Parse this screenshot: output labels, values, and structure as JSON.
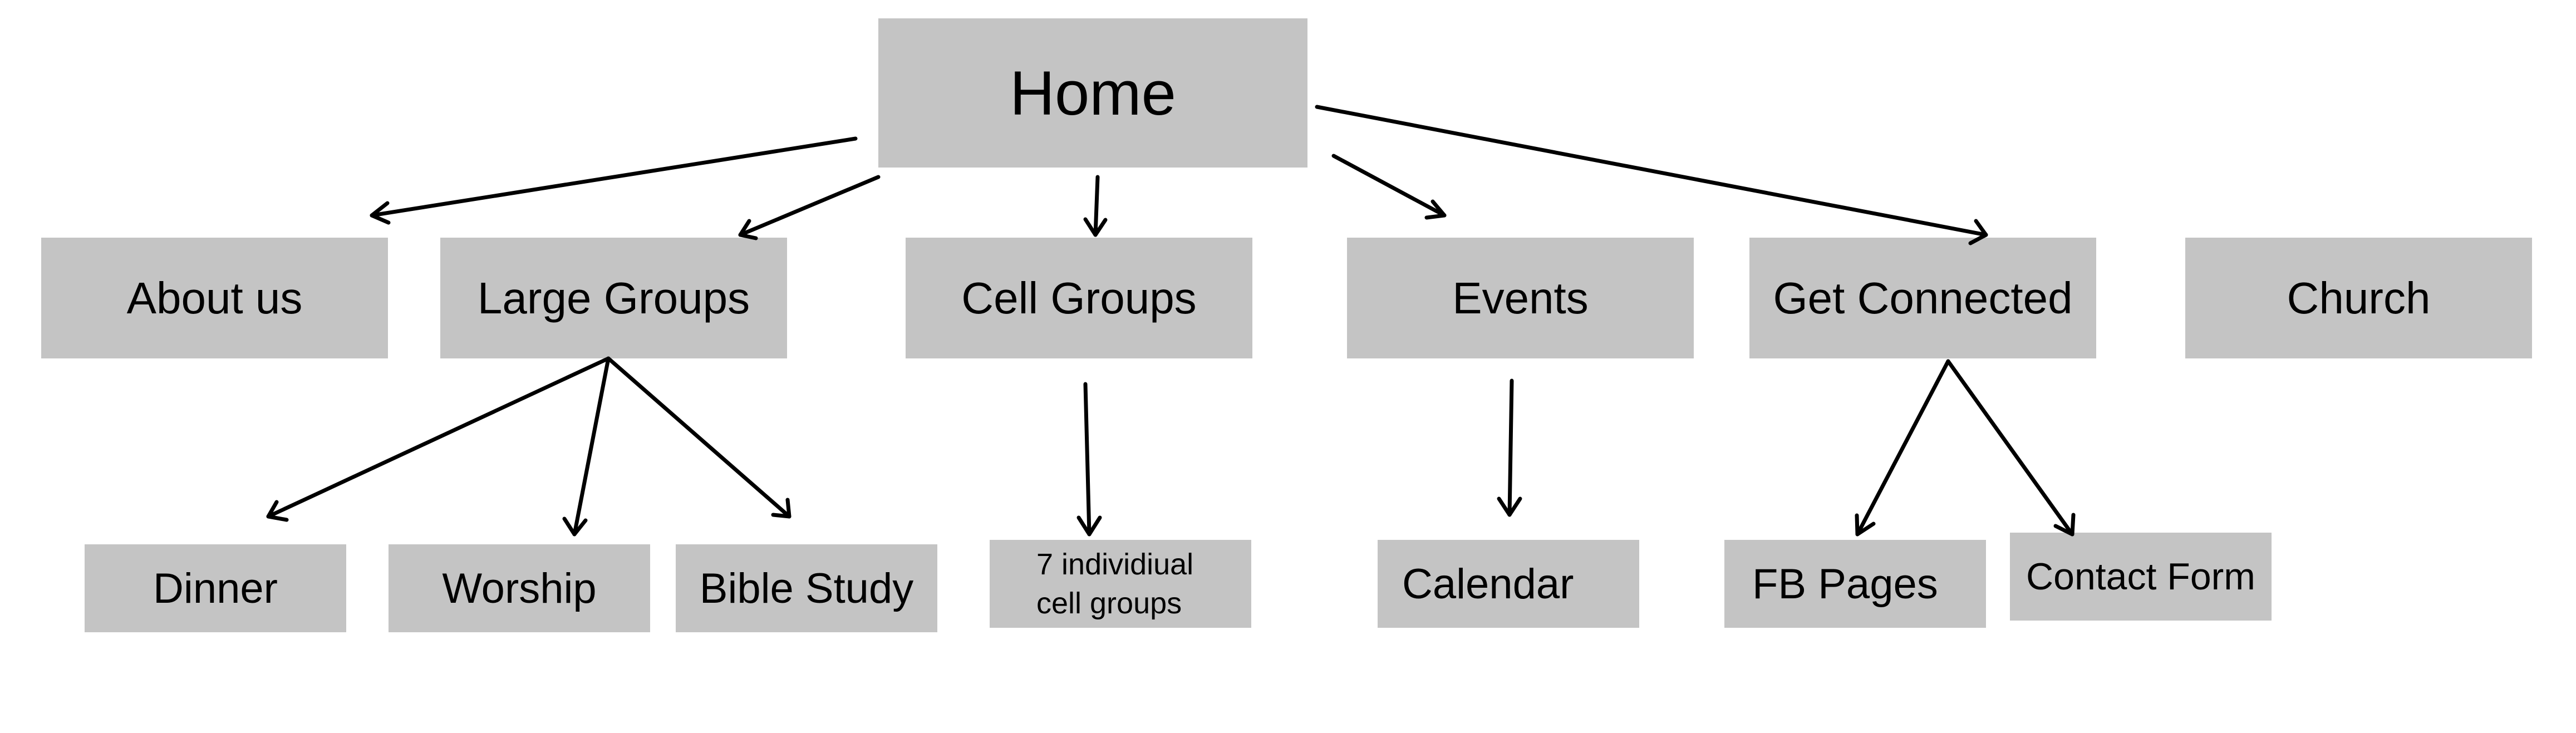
{
  "diagram": {
    "nodes": {
      "home": "Home",
      "about": "About us",
      "large_groups": "Large Groups",
      "cell_groups": "Cell Groups",
      "events": "Events",
      "get_connected": "Get Connected",
      "church": "Church",
      "dinner": "Dinner",
      "worship": "Worship",
      "bible_study": "Bible Study",
      "cell_line1": "7 individiual",
      "cell_line2": "cell groups",
      "calendar": "Calendar",
      "fb_pages": "FB Pages",
      "contact_form": "Contact Form"
    },
    "edges": [
      {
        "from": "Home",
        "to": "About us"
      },
      {
        "from": "Home",
        "to": "Large Groups"
      },
      {
        "from": "Home",
        "to": "Cell Groups"
      },
      {
        "from": "Home",
        "to": "Events"
      },
      {
        "from": "Home",
        "to": "Get Connected"
      },
      {
        "from": "Large Groups",
        "to": "Dinner"
      },
      {
        "from": "Large Groups",
        "to": "Worship"
      },
      {
        "from": "Large Groups",
        "to": "Bible Study"
      },
      {
        "from": "Cell Groups",
        "to": "7 individiual cell groups"
      },
      {
        "from": "Events",
        "to": "Calendar"
      },
      {
        "from": "Get Connected",
        "to": "FB Pages"
      },
      {
        "from": "Get Connected",
        "to": "Contact Form"
      }
    ],
    "colors": {
      "box_fill": "#c4c4c4",
      "text": "#000000",
      "arrow": "#000000",
      "background": "#ffffff"
    }
  }
}
